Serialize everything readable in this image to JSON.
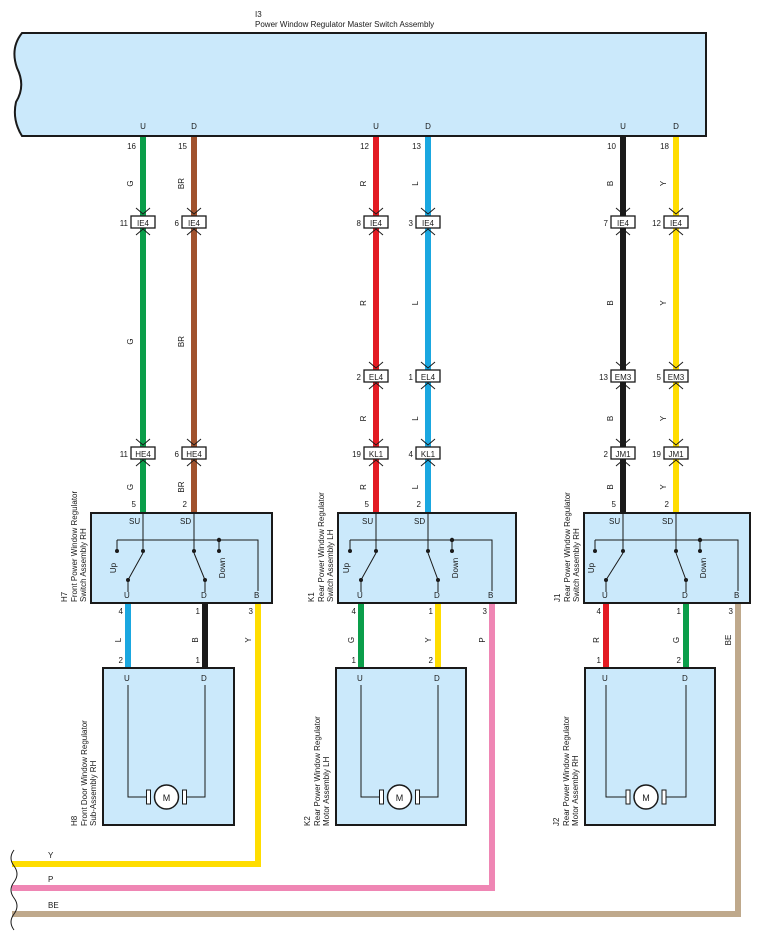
{
  "colors": {
    "G": "#0a9e4a",
    "BR": "#a0522d",
    "R": "#e31b23",
    "L": "#1aa7e0",
    "B": "#1a1a1a",
    "Y": "#ffdd00",
    "P": "#ef86b4",
    "BE": "#bfa98c",
    "component_fill": "#cbe9fb"
  },
  "master": {
    "code": "I3",
    "name": "Power Window Regulator Master Switch Assembly",
    "pins": [
      {
        "label": "U",
        "num": "16",
        "wire": "G"
      },
      {
        "label": "D",
        "num": "15",
        "wire": "BR"
      },
      {
        "label": "U",
        "num": "12",
        "wire": "R"
      },
      {
        "label": "D",
        "num": "13",
        "wire": "L"
      },
      {
        "label": "U",
        "num": "10",
        "wire": "B"
      },
      {
        "label": "D",
        "num": "18",
        "wire": "Y"
      }
    ]
  },
  "groups": [
    {
      "connectors": [
        [
          {
            "pin": "11",
            "name": "IE4"
          },
          {
            "pin": "6",
            "name": "IE4"
          }
        ],
        [
          {
            "pin": "11",
            "name": "HE4"
          },
          {
            "pin": "6",
            "name": "HE4"
          }
        ]
      ],
      "wire_labels": [
        "G",
        "BR"
      ],
      "switch": {
        "code": "H7",
        "line1": "Front Power Window Regulator",
        "line2": "Switch Assembly RH",
        "top_pins": [
          {
            "label": "SU",
            "num": "5"
          },
          {
            "label": "SD",
            "num": "2"
          }
        ],
        "bottom_pins": [
          {
            "label": "U",
            "num": "4"
          },
          {
            "label": "D",
            "num": "1"
          },
          {
            "label": "B",
            "num": "3"
          }
        ],
        "up": "Up",
        "down": "Down"
      },
      "lower_wires": [
        "L",
        "B",
        "Y"
      ],
      "motor": {
        "code": "H8",
        "line1": "Front Door Window Regulator",
        "line2": "Sub-Assembly RH",
        "pins": [
          {
            "label": "U",
            "num": "2"
          },
          {
            "label": "D",
            "num": "1"
          }
        ],
        "symbol": "M"
      }
    },
    {
      "connectors": [
        [
          {
            "pin": "8",
            "name": "IE4"
          },
          {
            "pin": "3",
            "name": "IE4"
          }
        ],
        [
          {
            "pin": "2",
            "name": "EL4"
          },
          {
            "pin": "1",
            "name": "EL4"
          }
        ],
        [
          {
            "pin": "19",
            "name": "KL1"
          },
          {
            "pin": "4",
            "name": "KL1"
          }
        ]
      ],
      "wire_labels": [
        "R",
        "L"
      ],
      "switch": {
        "code": "K1",
        "line1": "Rear Power Window Regulator",
        "line2": "Switch Assembly LH",
        "top_pins": [
          {
            "label": "SU",
            "num": "5"
          },
          {
            "label": "SD",
            "num": "2"
          }
        ],
        "bottom_pins": [
          {
            "label": "U",
            "num": "4"
          },
          {
            "label": "D",
            "num": "1"
          },
          {
            "label": "B",
            "num": "3"
          }
        ],
        "up": "Up",
        "down": "Down"
      },
      "lower_wires": [
        "G",
        "Y",
        "P"
      ],
      "motor": {
        "code": "K2",
        "line1": "Rear Power Window Regulator",
        "line2": "Motor Assembly LH",
        "pins": [
          {
            "label": "U",
            "num": "1"
          },
          {
            "label": "D",
            "num": "2"
          }
        ],
        "symbol": "M"
      }
    },
    {
      "connectors": [
        [
          {
            "pin": "7",
            "name": "IE4"
          },
          {
            "pin": "12",
            "name": "IE4"
          }
        ],
        [
          {
            "pin": "13",
            "name": "EM3"
          },
          {
            "pin": "5",
            "name": "EM3"
          }
        ],
        [
          {
            "pin": "2",
            "name": "JM1"
          },
          {
            "pin": "19",
            "name": "JM1"
          }
        ]
      ],
      "wire_labels": [
        "B",
        "Y"
      ],
      "switch": {
        "code": "J1",
        "line1": "Rear Power Window Regulator",
        "line2": "Switch Assembly RH",
        "top_pins": [
          {
            "label": "SU",
            "num": "5"
          },
          {
            "label": "SD",
            "num": "2"
          }
        ],
        "bottom_pins": [
          {
            "label": "U",
            "num": "4"
          },
          {
            "label": "D",
            "num": "1"
          },
          {
            "label": "B",
            "num": "3"
          }
        ],
        "up": "Up",
        "down": "Down"
      },
      "lower_wires": [
        "R",
        "G",
        "BE"
      ],
      "motor": {
        "code": "J2",
        "line1": "Rear Power Window Regulator",
        "line2": "Motor Assembly RH",
        "pins": [
          {
            "label": "U",
            "num": "1"
          },
          {
            "label": "D",
            "num": "2"
          }
        ],
        "symbol": "M"
      }
    }
  ],
  "bus": [
    {
      "label": "Y"
    },
    {
      "label": "P"
    },
    {
      "label": "BE"
    }
  ]
}
